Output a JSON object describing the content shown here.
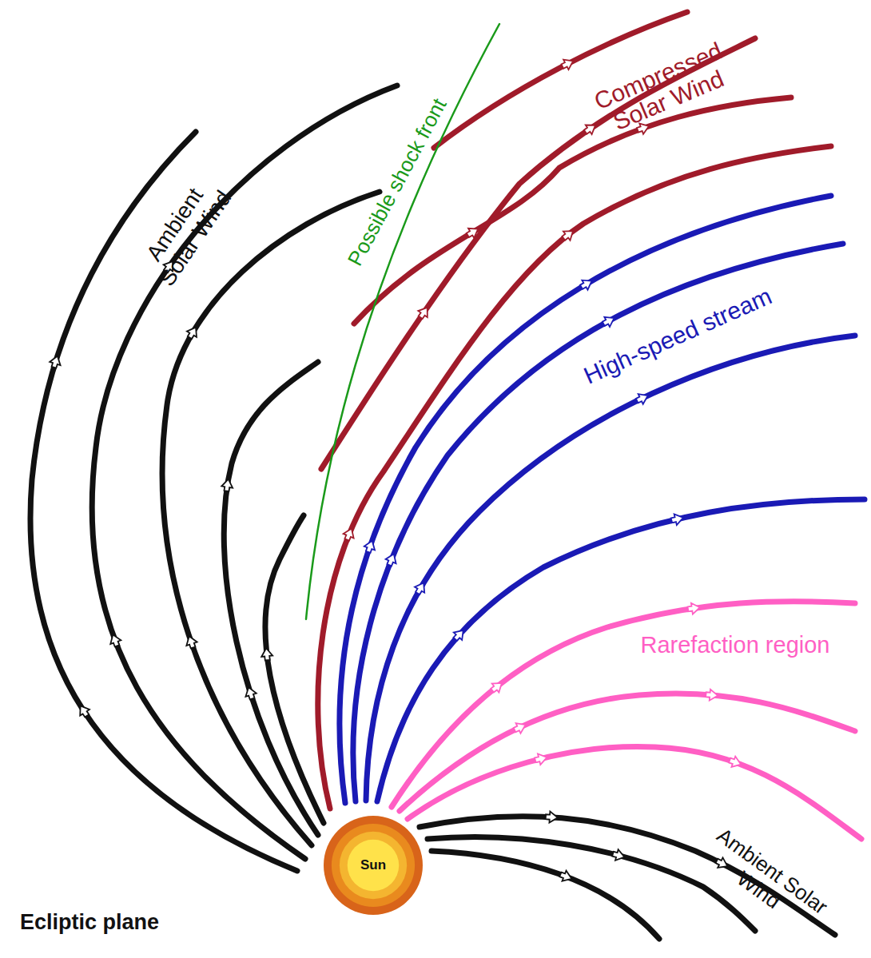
{
  "diagram": {
    "nodes": [
      {
        "text": [
          "Sun"
        ]
      }
    ],
    "labels": [
      "Ambient Solar Wind",
      "Possible shock front",
      "Compressed Solar Wind",
      "High-speed stream",
      "Rarefaction region",
      "Ambient Solar Wind",
      "Ecliptic plane"
    ]
  }
}
